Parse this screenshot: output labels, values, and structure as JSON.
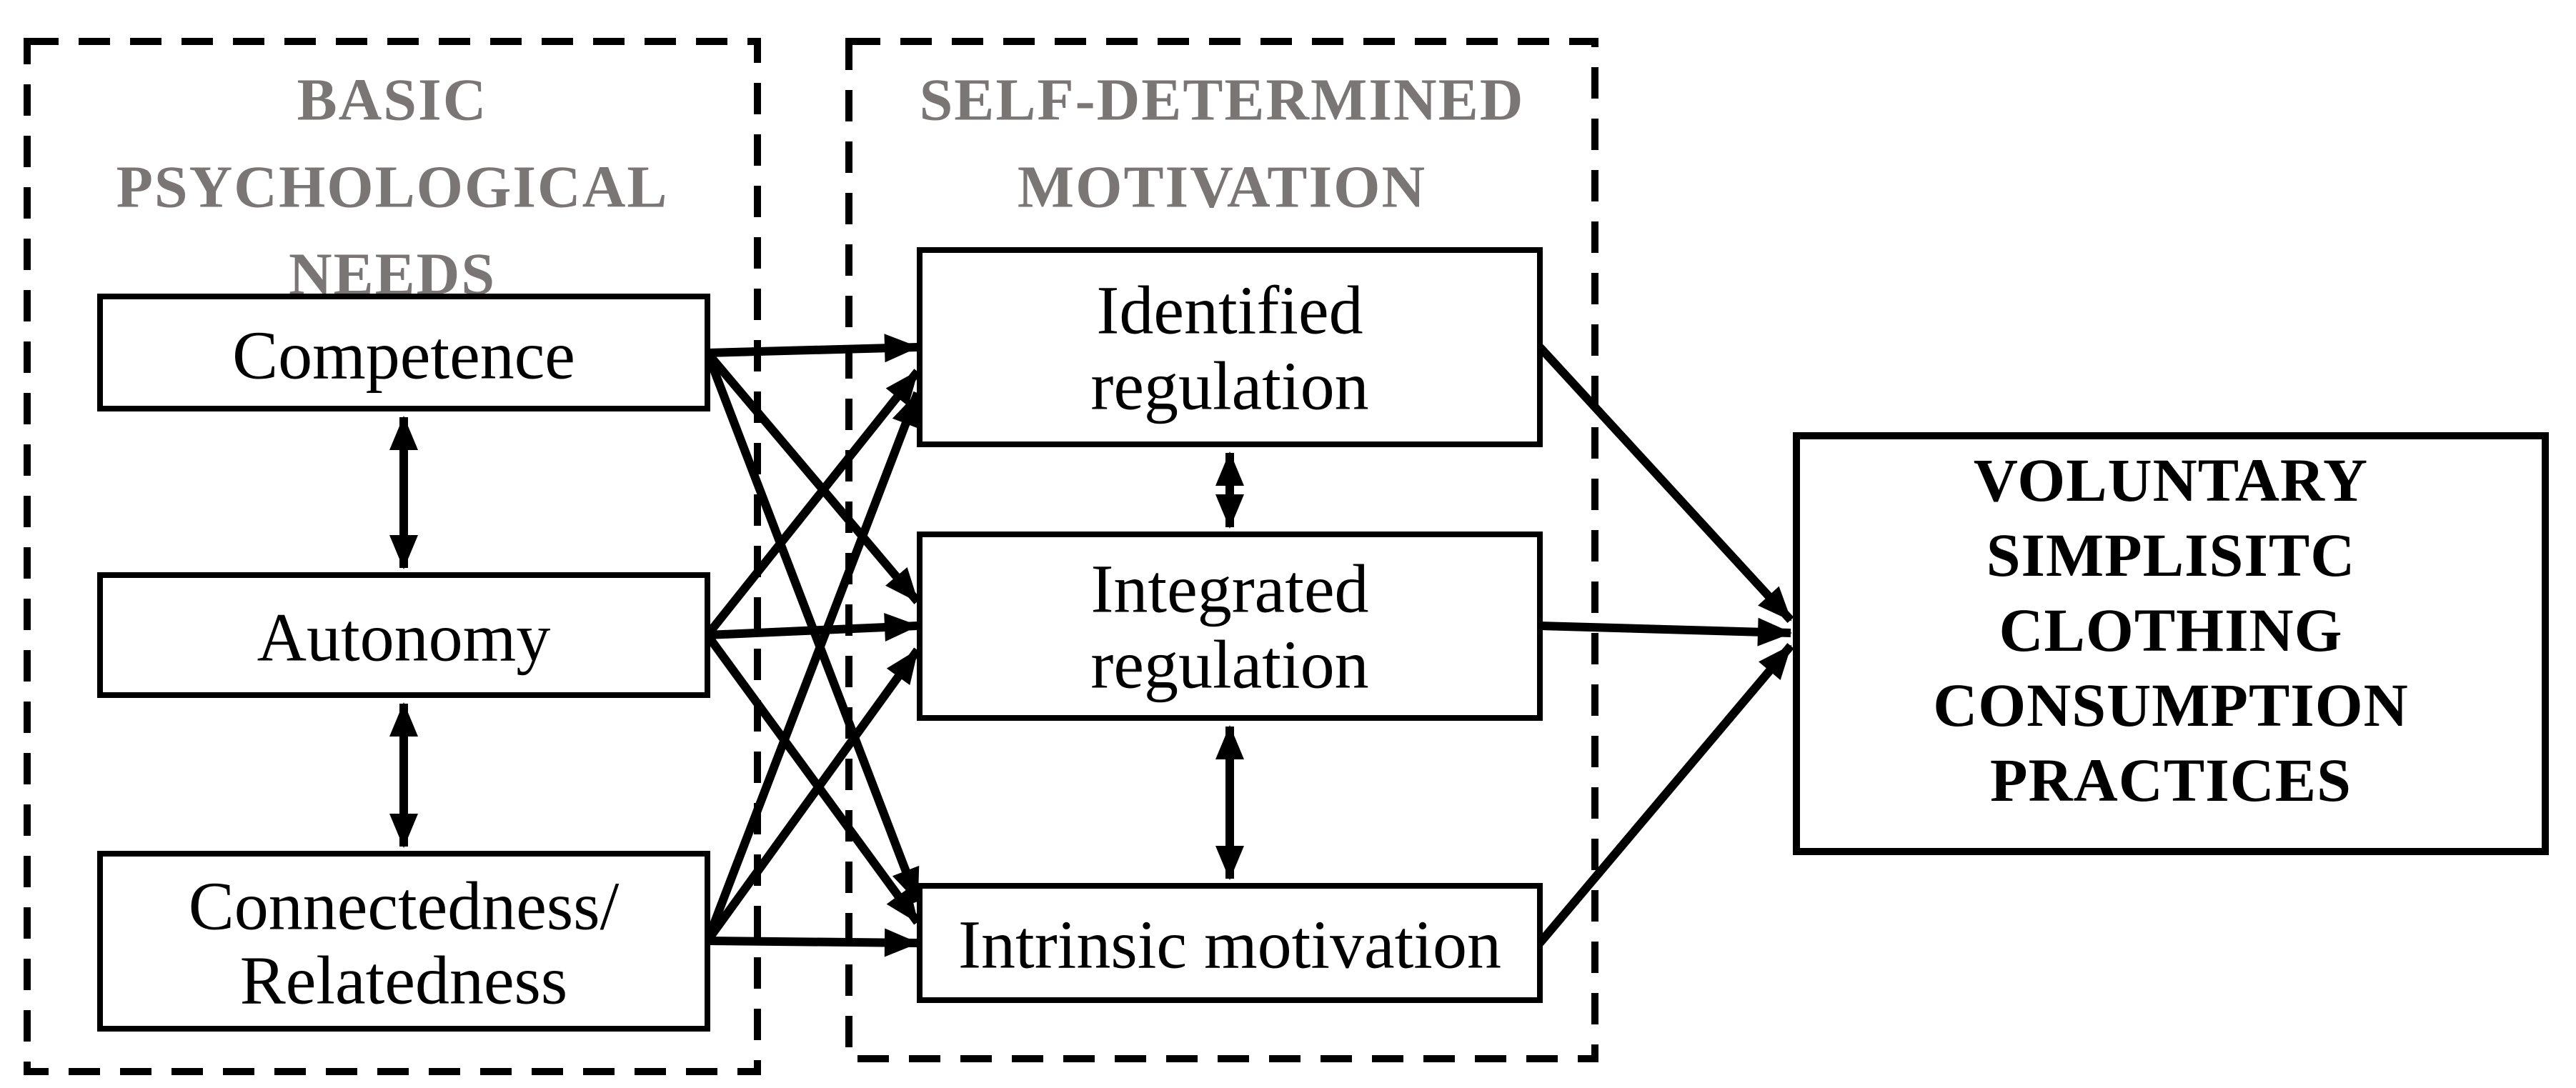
{
  "figure": {
    "colors": {
      "background": "#ffffff",
      "ink": "#000000",
      "group_title": "#7b7676"
    },
    "groups": {
      "basic_needs": {
        "title_lines": [
          "BASIC",
          "PSYCHOLOGICAL",
          "NEEDS"
        ],
        "nodes": {
          "competence": {
            "label": "Competence"
          },
          "autonomy": {
            "label": "Autonomy"
          },
          "connectedness": {
            "line1": "Connectedness/",
            "line2": "Relatedness"
          }
        }
      },
      "self_determined_motivation": {
        "title_lines": [
          "SELF-DETERMINED",
          "MOTIVATION"
        ],
        "nodes": {
          "identified": {
            "line1": "Identified",
            "line2": "regulation"
          },
          "integrated": {
            "line1": "Integrated",
            "line2": "regulation"
          },
          "intrinsic": {
            "label": "Intrinsic motivation"
          }
        }
      },
      "outcome": {
        "label_lines": [
          "VOLUNTARY",
          "SIMPLISITC",
          "CLOTHING",
          "CONSUMPTION",
          "PRACTICES"
        ]
      }
    }
  }
}
